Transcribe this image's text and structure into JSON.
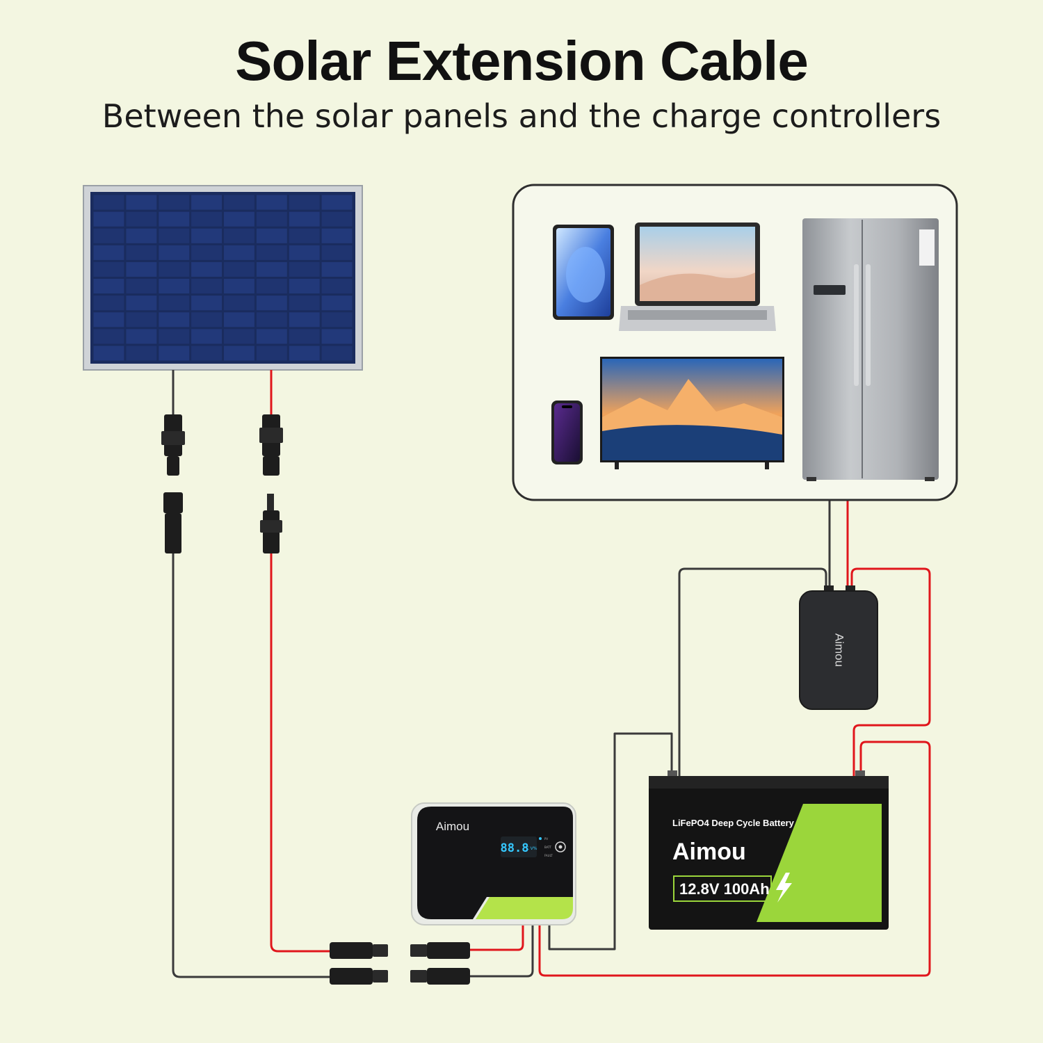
{
  "header": {
    "title": "Solar Extension Cable",
    "subtitle": "Between the solar panels and the charge controllers"
  },
  "controller": {
    "brand": "Aimou",
    "display": "88.8",
    "display_units": "°C V%",
    "indicators": [
      "PV",
      "BATT",
      "FAULT"
    ]
  },
  "inverter": {
    "brand": "Aimou"
  },
  "battery": {
    "type_label": "LiFePO4 Deep Cycle Battery",
    "brand": "Aimou",
    "spec": "12.8V 100Ah"
  },
  "colors": {
    "background": "#f3f6e1",
    "positive_wire": "#e0161c",
    "negative_wire": "#3a3a3a",
    "battery_accent": "#9bd63b",
    "display_digits": "#35c8ff"
  }
}
